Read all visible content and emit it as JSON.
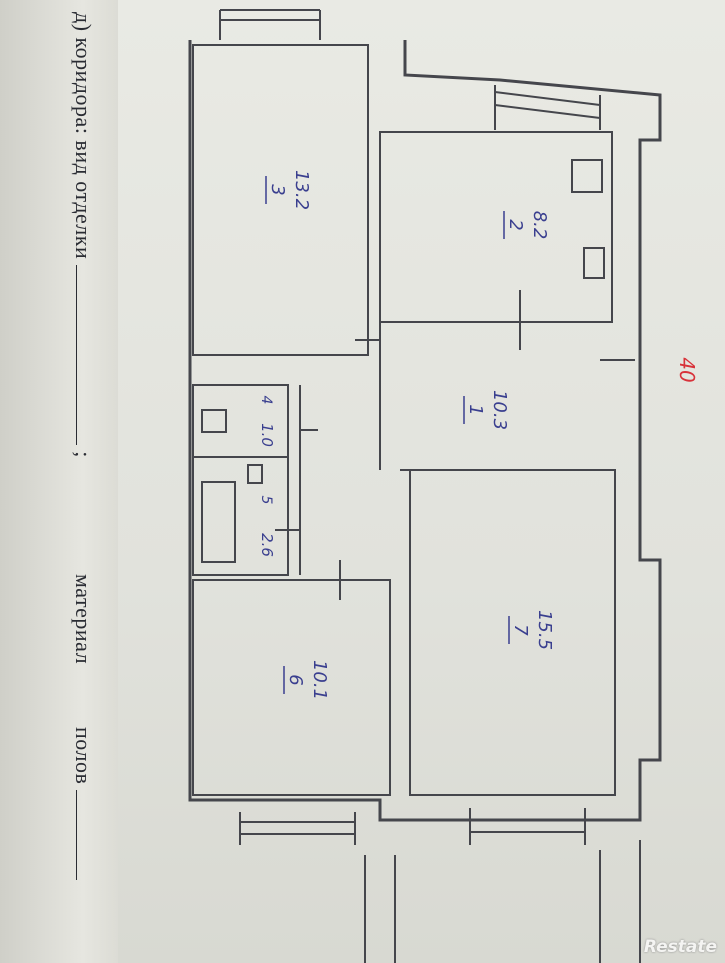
{
  "margin_text": {
    "line1": "д) коридора: вид отделки",
    "separator": ";",
    "line2": "материал",
    "line3": "полов"
  },
  "rooms": [
    {
      "number": "3",
      "area": "13.2"
    },
    {
      "number": "2",
      "area": "8.2"
    },
    {
      "number": "1",
      "area": "10.3"
    },
    {
      "number": "4",
      "area": "1.0"
    },
    {
      "number": "5",
      "area": "2.6"
    },
    {
      "number": "6",
      "area": "10.1"
    },
    {
      "number": "7",
      "area": "15.5"
    }
  ],
  "stamp": {
    "value": "40",
    "color": "#d8323a"
  },
  "ink_color": "#3a3f8f",
  "pencil_color": "#4a4a50",
  "watermark": "Restate"
}
